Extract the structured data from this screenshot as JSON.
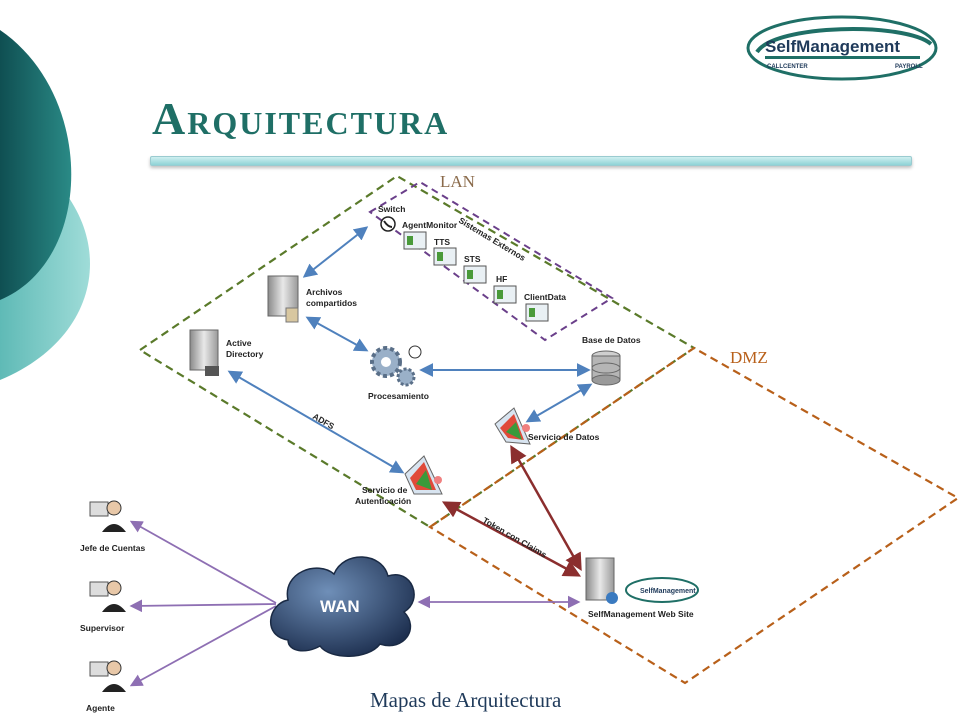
{
  "slide": {
    "title": "Arquitectura",
    "footer": "Mapas de Arquitectura"
  },
  "logo": {
    "main": "SelfManagement",
    "sub_left": "CALLCENTER",
    "sub_right": "PAYROLL"
  },
  "zones": {
    "lan": "LAN",
    "dmz": "DMZ",
    "external": "Sistemas Externos"
  },
  "nodes": {
    "switch": "Switch",
    "agentmonitor": "AgentMonitor",
    "tts": "TTS",
    "sts": "STS",
    "hf": "HF",
    "clientdata": "ClientData",
    "archivos_1": "Archivos",
    "archivos_2": "compartidos",
    "active_1": "Active",
    "active_2": "Directory",
    "procesamiento": "Procesamiento",
    "base_datos": "Base de Datos",
    "servicio_datos": "Servicio de Datos",
    "servicio_auth_1": "Servicio de",
    "servicio_auth_2": "Autenticación",
    "web_site": "SelfManagement Web Site",
    "wan": "WAN",
    "jefe": "Jefe de Cuentas",
    "supervisor": "Supervisor",
    "agente": "Agente"
  },
  "edges": {
    "adfs": "ADFS",
    "token": "Token con Claims"
  },
  "colors": {
    "lan_border": "#5a7a2a",
    "ext_border": "#6a3f8a",
    "dmz_border": "#b8601a",
    "blue_arrow": "#4f81bd",
    "red_arrow": "#8b2e2e",
    "purple_arrow": "#8e6fb3",
    "title": "#1f6f66"
  }
}
